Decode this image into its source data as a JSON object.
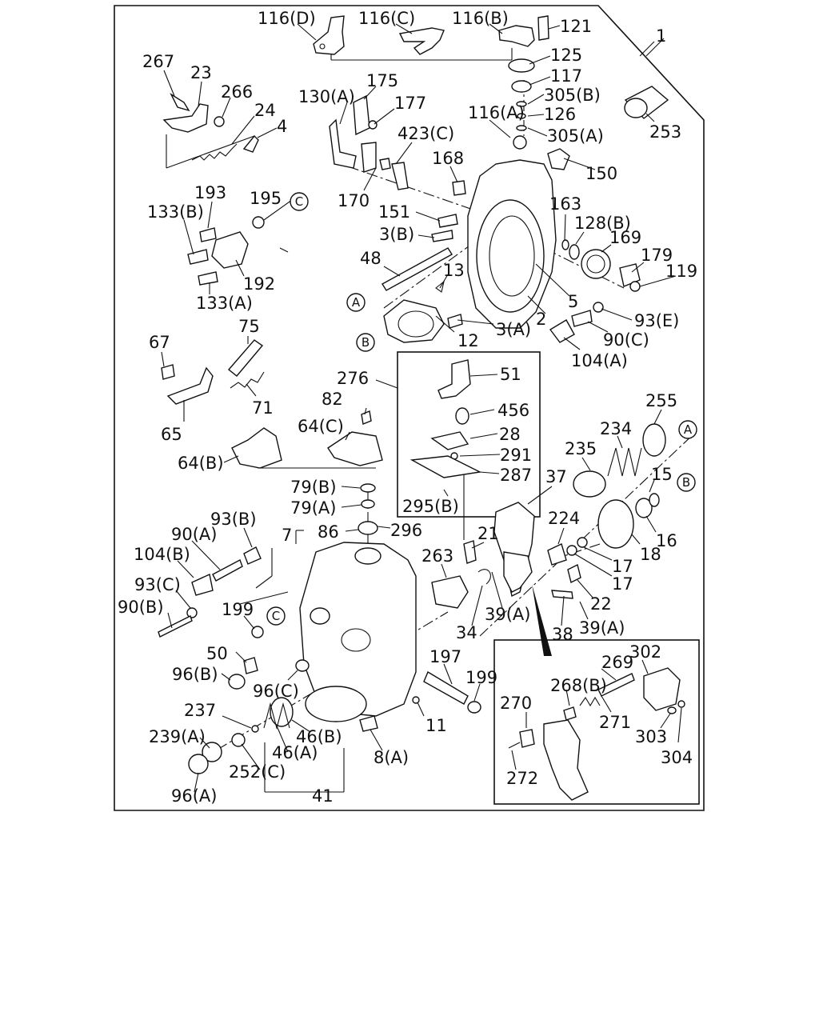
{
  "callouts": {
    "A": "A",
    "B": "B",
    "C": "C"
  },
  "labels": [
    "116(D)",
    "116(C)",
    "116(B)",
    "121",
    "1",
    "125",
    "117",
    "305(B)",
    "126",
    "305(A)",
    "253",
    "267",
    "23",
    "266",
    "24",
    "4",
    "175",
    "130(A)",
    "177",
    "116(A)",
    "423(C)",
    "168",
    "150",
    "170",
    "193",
    "195",
    "133(B)",
    "151",
    "163",
    "128(B)",
    "3(B)",
    "169",
    "179",
    "119",
    "48",
    "192",
    "13",
    "133(A)",
    "5",
    "93(E)",
    "12",
    "3(A)",
    "2",
    "90(C)",
    "104(A)",
    "67",
    "75",
    "276",
    "51",
    "71",
    "82",
    "456",
    "65",
    "64(C)",
    "28",
    "255",
    "234",
    "235",
    "291",
    "64(B)",
    "287",
    "15",
    "79(B)",
    "37",
    "79(A)",
    "295(B)",
    "224",
    "93(B)",
    "86",
    "296",
    "16",
    "7",
    "90(A)",
    "21",
    "18",
    "104(B)",
    "263",
    "17",
    "17",
    "93(C)",
    "22",
    "90(B)",
    "199",
    "39(A)",
    "39(A)",
    "34",
    "38",
    "302",
    "50",
    "197",
    "269",
    "96(B)",
    "199",
    "268(B)",
    "96(C)",
    "270",
    "271",
    "237",
    "11",
    "303",
    "239(A)",
    "46(B)",
    "304",
    "46(A)",
    "8(A)",
    "252(C)",
    "272",
    "96(A)",
    "41"
  ]
}
